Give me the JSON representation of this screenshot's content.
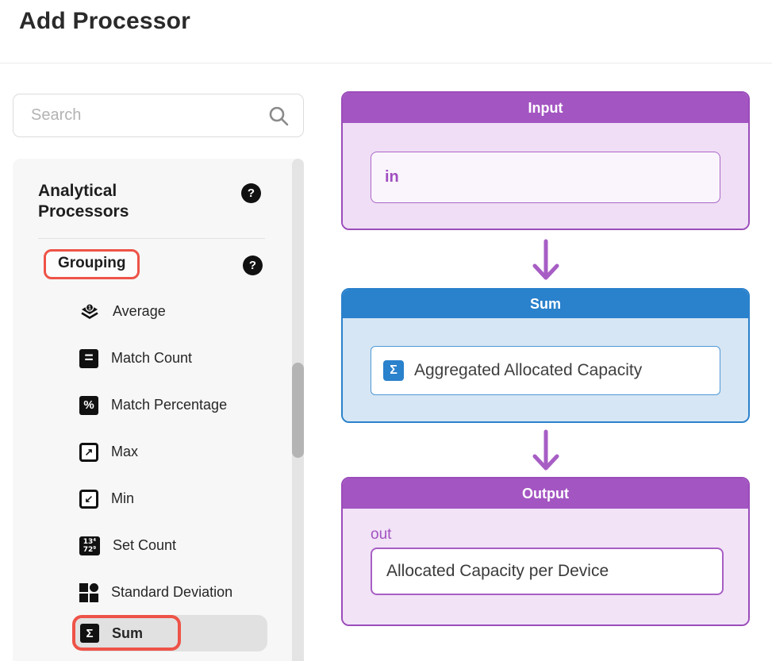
{
  "page": {
    "title": "Add Processor"
  },
  "search": {
    "placeholder": "Search"
  },
  "sidebar": {
    "heading": "Analytical Processors",
    "group_label": "Grouping",
    "items": [
      {
        "label": "Average"
      },
      {
        "label": "Match Count"
      },
      {
        "label": "Match Percentage"
      },
      {
        "label": "Max"
      },
      {
        "label": "Min"
      },
      {
        "label": "Set Count"
      },
      {
        "label": "Standard Deviation"
      },
      {
        "label": "Sum",
        "selected": true
      }
    ]
  },
  "icons": {
    "help": "?",
    "layers_badge": "1",
    "equals": "=",
    "percent": "%",
    "max_arrow": "↗",
    "min_arrow": "↙",
    "set_count_top": "13⁴",
    "set_count_bottom": "72⁹",
    "sigma": "Σ"
  },
  "flow": {
    "input": {
      "title": "Input",
      "field_value": "in"
    },
    "processor": {
      "title": "Sum",
      "field_value": "Aggregated Allocated Capacity"
    },
    "output": {
      "title": "Output",
      "port_label": "out",
      "field_value": "Allocated Capacity per Device"
    }
  },
  "colors": {
    "accent_purple": "#a355c2",
    "accent_blue": "#2a81cc",
    "annotation_red": "#ee5348",
    "selected_row_gray": "#e1e1e1",
    "sidebar_bg": "#f7f7f7"
  }
}
